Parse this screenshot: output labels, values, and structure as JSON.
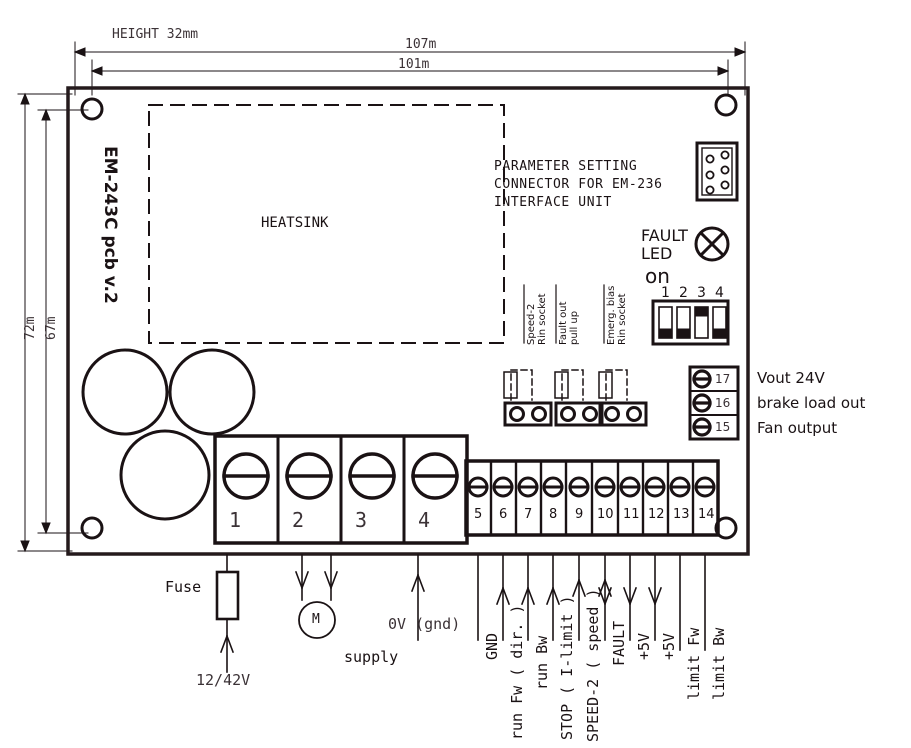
{
  "title": "EM-243C pcb v.2 motor controller board layout",
  "dimensions": {
    "height_note": "HEIGHT 32mm",
    "width_outer": "107m",
    "width_inner": "101m",
    "height_outer": "72m",
    "height_inner": "67m"
  },
  "board": {
    "label": "EM-243C pcb v.2",
    "heatsink": "HEATSINK"
  },
  "connector": {
    "line1": "PARAMETER SETTING",
    "line2": "CONNECTOR FOR EM-236",
    "line3": "INTERFACE UNIT"
  },
  "fault_led": {
    "line1": "FAULT",
    "line2": "LED"
  },
  "dip": {
    "on_label": "on",
    "positions": [
      "1",
      "2",
      "3",
      "4"
    ]
  },
  "sockets": [
    {
      "line1": "Speed-2",
      "line2": "Rin socket"
    },
    {
      "line1": "Fault out",
      "line2": "pull up"
    },
    {
      "line1": "Emerg. bias",
      "line2": "Rin socket"
    }
  ],
  "right_terminals": [
    {
      "number": "17",
      "label": "Vout 24V"
    },
    {
      "number": "16",
      "label": "brake load out"
    },
    {
      "number": "15",
      "label": "Fan output"
    }
  ],
  "power_terminals": [
    "1",
    "2",
    "3",
    "4"
  ],
  "signal_terminals": [
    "5",
    "6",
    "7",
    "8",
    "9",
    "10",
    "11",
    "12",
    "13",
    "14"
  ],
  "signal_labels": [
    {
      "terminal": "5",
      "text": "GND",
      "arrow": "none"
    },
    {
      "terminal": "6",
      "text": "run Fw ( dir. )",
      "arrow": "up"
    },
    {
      "terminal": "7",
      "text": "run Bw",
      "arrow": "up"
    },
    {
      "terminal": "8",
      "text": "STOP ( I-limit )",
      "arrow": "up"
    },
    {
      "terminal": "9",
      "text": "SPEED-2 ( speed )",
      "arrow": "up"
    },
    {
      "terminal": "10",
      "text": "FAULT",
      "arrow": "updown"
    },
    {
      "terminal": "11",
      "text": "+5V",
      "arrow": "down"
    },
    {
      "terminal": "12",
      "text": "+5V",
      "arrow": "down"
    },
    {
      "terminal": "13",
      "text": "limit Fw",
      "arrow": "none"
    },
    {
      "terminal": "14",
      "text": "limit Bw",
      "arrow": "none"
    }
  ],
  "bottom": {
    "fuse": "Fuse",
    "supply_voltage": "12/42V",
    "motor": "M",
    "supply": "supply",
    "ground": "0V (gnd)"
  },
  "colors": {
    "ink": "#1a1214",
    "dim_text": "#3b3236",
    "board_line": "#241a1c"
  }
}
